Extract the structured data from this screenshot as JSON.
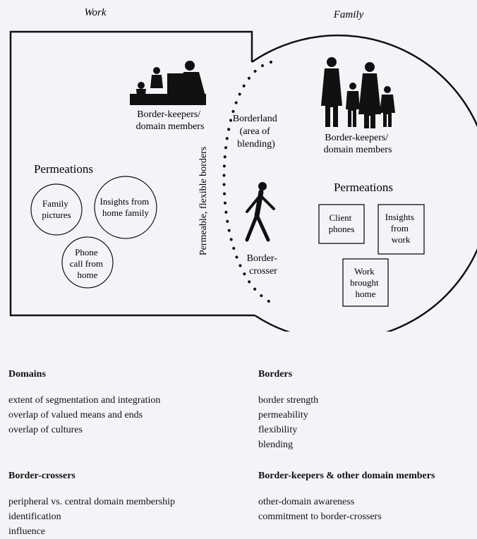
{
  "diagram": {
    "work_title": "Work",
    "family_title": "Family",
    "work": {
      "keepers_label": [
        "Border-keepers/",
        "domain members"
      ],
      "permeations_title": "Permeations",
      "circles": [
        [
          "Family",
          "pictures"
        ],
        [
          "Insights from",
          "home family"
        ],
        [
          "Phone",
          "call from",
          "home"
        ]
      ]
    },
    "family": {
      "keepers_label": [
        "Border-keepers/",
        "domain members"
      ],
      "permeations_title": "Permeations",
      "boxes": [
        [
          "Client",
          "phones"
        ],
        [
          "Insights",
          "from",
          "work"
        ],
        [
          "Work",
          "brought",
          "home"
        ]
      ]
    },
    "borderland_label": [
      "Borderland",
      "(area of",
      "blending)"
    ],
    "border_label": "Permeable, flexible borders",
    "crosser_label": [
      "Border-",
      "crosser"
    ]
  },
  "legend": {
    "domains": {
      "heading": "Domains",
      "items": [
        "extent of segmentation and integration",
        "overlap of valued means and ends",
        "overlap of cultures"
      ]
    },
    "borders": {
      "heading": "Borders",
      "items": [
        "border strength",
        "permeability",
        "flexibility",
        "blending"
      ]
    },
    "crossers": {
      "heading": "Border-crossers",
      "items": [
        "peripheral vs. central domain membership",
        "identification",
        "influence"
      ]
    },
    "keepers": {
      "heading": "Border-keepers & other domain members",
      "items": [
        "other-domain awareness",
        "commitment to border-crossers"
      ]
    }
  }
}
